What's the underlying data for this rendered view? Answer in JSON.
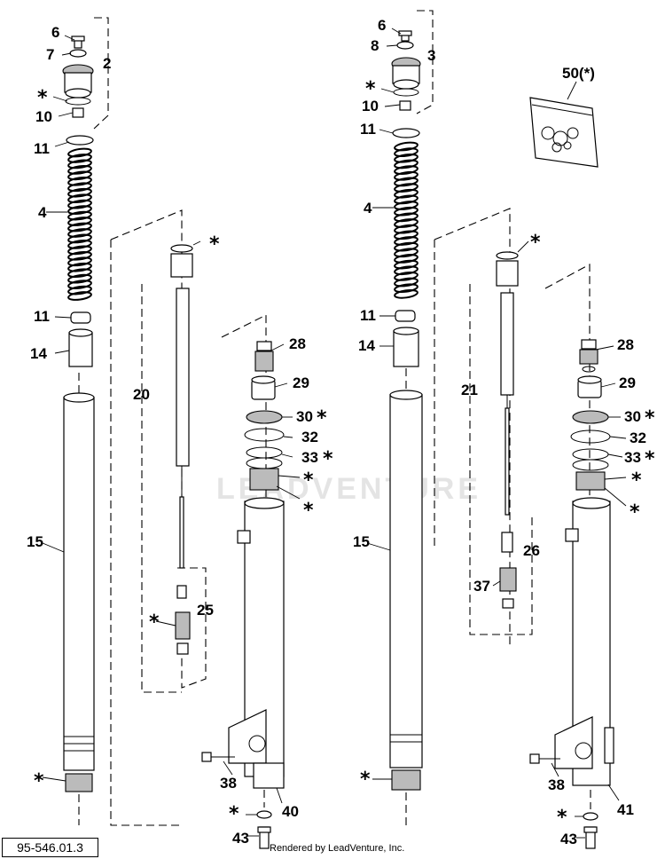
{
  "footer": {
    "drawing_code": "95-546.01.3",
    "credit": "Rendered by LeadVenture, Inc."
  },
  "watermark": "LEADVENTURE",
  "left_fork": {
    "labels": {
      "p6": "6",
      "p7": "7",
      "p2": "2",
      "star_cap": "*",
      "p10": "10",
      "p11_top": "11",
      "p4": "4",
      "p11_bot": "11",
      "p14": "14",
      "p15": "15",
      "star_bottom": "*",
      "p20": "20",
      "star_rod": "*",
      "p25": "25",
      "star_valve": "*",
      "p28": "28",
      "p29": "29",
      "p30": "30",
      "star_30": "*",
      "p32": "32",
      "p33": "33",
      "star_33": "*",
      "star_seal1": "*",
      "star_seal2": "*",
      "p38": "38",
      "p40": "40",
      "star_washer": "*",
      "p43": "43"
    }
  },
  "right_fork": {
    "labels": {
      "p6": "6",
      "p8": "8",
      "p3": "3",
      "star_cap": "*",
      "p10": "10",
      "p11_top": "11",
      "p4": "4",
      "p11_bot": "11",
      "p14": "14",
      "p15": "15",
      "star_bottom": "*",
      "p21": "21",
      "star_rod": "*",
      "p26": "26",
      "p37": "37",
      "p28": "28",
      "p29": "29",
      "p30": "30",
      "star_30": "*",
      "p32": "32",
      "p33": "33",
      "star_33": "*",
      "star_seal1": "*",
      "star_seal2": "*",
      "p38": "38",
      "p41": "41",
      "star_washer": "*",
      "p43": "43"
    }
  },
  "kit": {
    "label": "50",
    "label_suffix": "(*)"
  }
}
